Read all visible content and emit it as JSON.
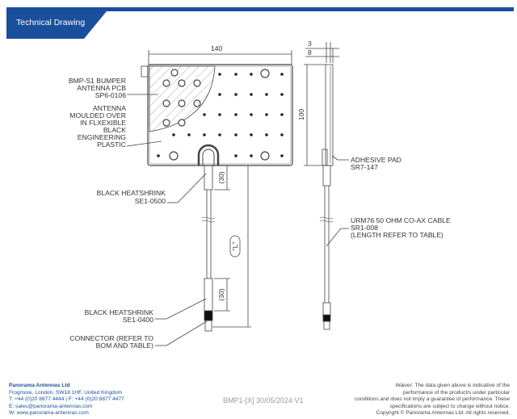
{
  "header": {
    "title": "Technical Drawing",
    "accent": "#1a4f9c"
  },
  "drawing": {
    "dim_width": "140",
    "dim_height": "100",
    "dim_side_3": "3",
    "dim_side_8": "8",
    "dim_heatshrink_top": "(30)",
    "dim_heatshrink_bottom": "(30)",
    "dim_length": "\"L\"",
    "labels": {
      "pcb": [
        "BMP-S1  BUMPER",
        "ANTENNA PCB",
        "SP6-0106"
      ],
      "moulding": [
        "ANTENNA",
        "MOULDED OVER",
        "IN FLXEXIBLE",
        "BLACK",
        "ENGINEERING",
        "PLASTIC"
      ],
      "heatshrink_top": [
        "BLACK HEATSHRINK",
        "SE1-0500"
      ],
      "heatshrink_bottom": [
        "BLACK HEATSHRINK",
        "SE1-0400"
      ],
      "connector": [
        "CONNECTOR (REFER TO",
        "BOM AND TABLE)"
      ],
      "adhesive": [
        "ADHESIVE PAD",
        "SR7-147"
      ],
      "cable": [
        "URM76 50 OHM CO-AX CABLE",
        "SR1-008",
        "(LENGTH REFER TO TABLE)"
      ]
    }
  },
  "footer": {
    "company": "Panorama Antennas Ltd",
    "address": "Frogmore, London, SW18 1HF, United Kingdom",
    "phone": "T: +44 (0)20 8877 4444 | F: +44 (0)20 8877 4477",
    "email": "E: sales@panorama-antennas.com",
    "web": "W: www.panorama-antennas.com",
    "doc_ref": "BMP1-[X] 30/05/2024 V1",
    "waiver": [
      "Waiver: The data given above is indicative of the",
      "performance of the product/s under particular",
      "conditions and does not imply a guarantee of performance.  These",
      "specifications are subject to change without notice.",
      "Copyright © Panorama Antennas Ltd. All  rights reserved."
    ]
  }
}
